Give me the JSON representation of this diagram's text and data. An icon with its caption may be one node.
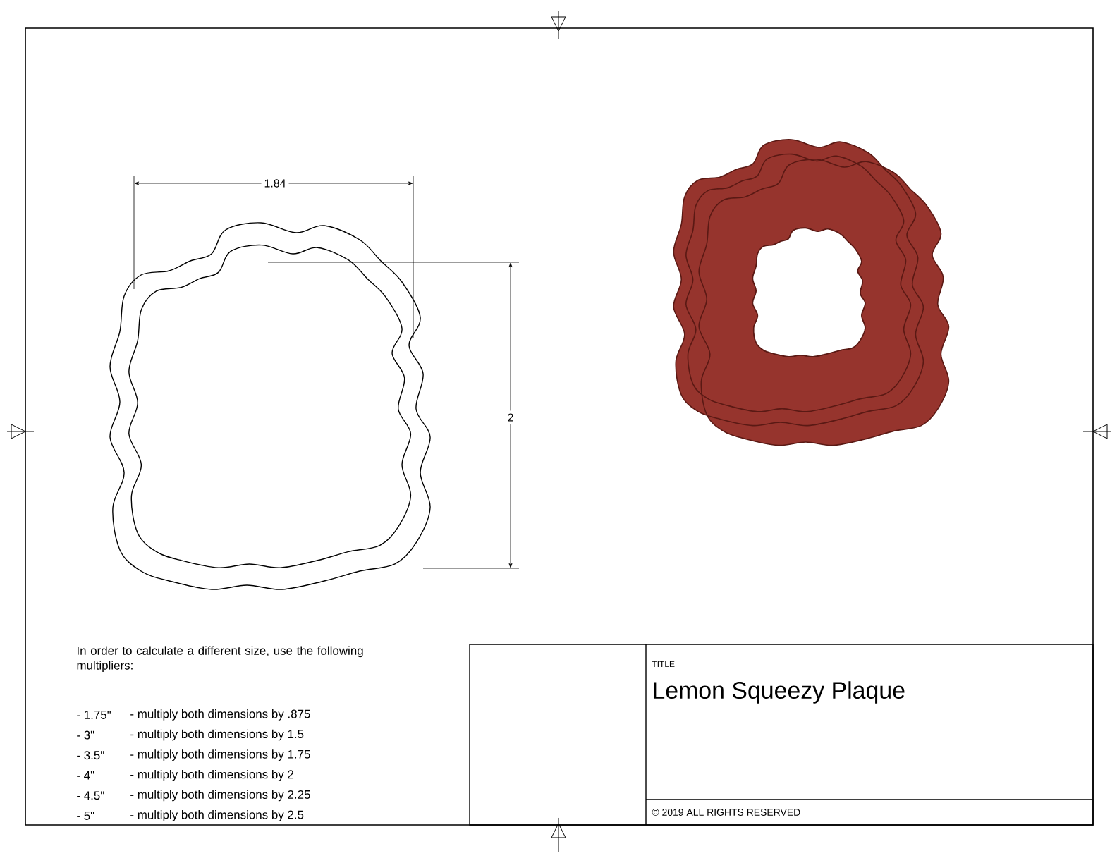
{
  "diagram": {
    "labels": [
      "1.84",
      "2",
      "In order to calculate a different size, use the following multipliers:",
      "- 1.75\"",
      "- multiply both dimensions by .875",
      "- 3\"",
      "- multiply both dimensions by 1.5",
      "- 3.5\"",
      "- multiply both dimensions by 1.75",
      "- 4\"",
      "- multiply both dimensions by 2",
      "- 4.5\"",
      "- multiply both dimensions by 2.25",
      "- 5\"",
      "- multiply both dimensions by 2.5",
      "TITLE",
      "Lemon Squeezy Plaque",
      "© 2019 ALL RIGHTS RESERVED"
    ]
  }
}
